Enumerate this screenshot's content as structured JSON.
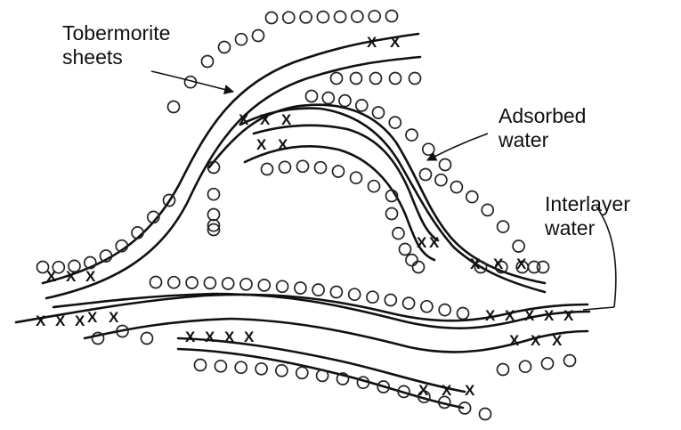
{
  "labels": {
    "tobermorite": [
      "Tobermorite",
      "sheets"
    ],
    "adsorbed": [
      "Adsorbed",
      "water"
    ],
    "interlayer": [
      "Interlayer",
      "water"
    ]
  },
  "symbols": {
    "interlayer_water": "X"
  }
}
